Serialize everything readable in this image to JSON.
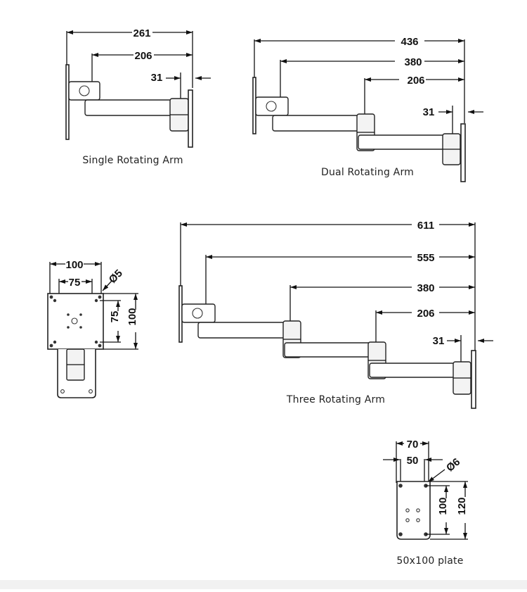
{
  "colors": {
    "line": "#111111",
    "footer": "#f1f1f1"
  },
  "single_arm": {
    "caption": "Single Rotating Arm",
    "dims": [
      "261",
      "206",
      "31"
    ]
  },
  "dual_arm": {
    "caption": "Dual Rotating Arm",
    "dims": [
      "436",
      "380",
      "206",
      "31"
    ]
  },
  "three_arm": {
    "caption": "Three Rotating Arm",
    "dims": [
      "611",
      "555",
      "380",
      "206",
      "31"
    ]
  },
  "vesa_plate": {
    "dims": [
      "100",
      "75",
      "Ø5",
      "75",
      "100"
    ]
  },
  "small_plate": {
    "caption": "50x100 plate",
    "dims": [
      "70",
      "50",
      "Ø6",
      "100",
      "120"
    ]
  }
}
